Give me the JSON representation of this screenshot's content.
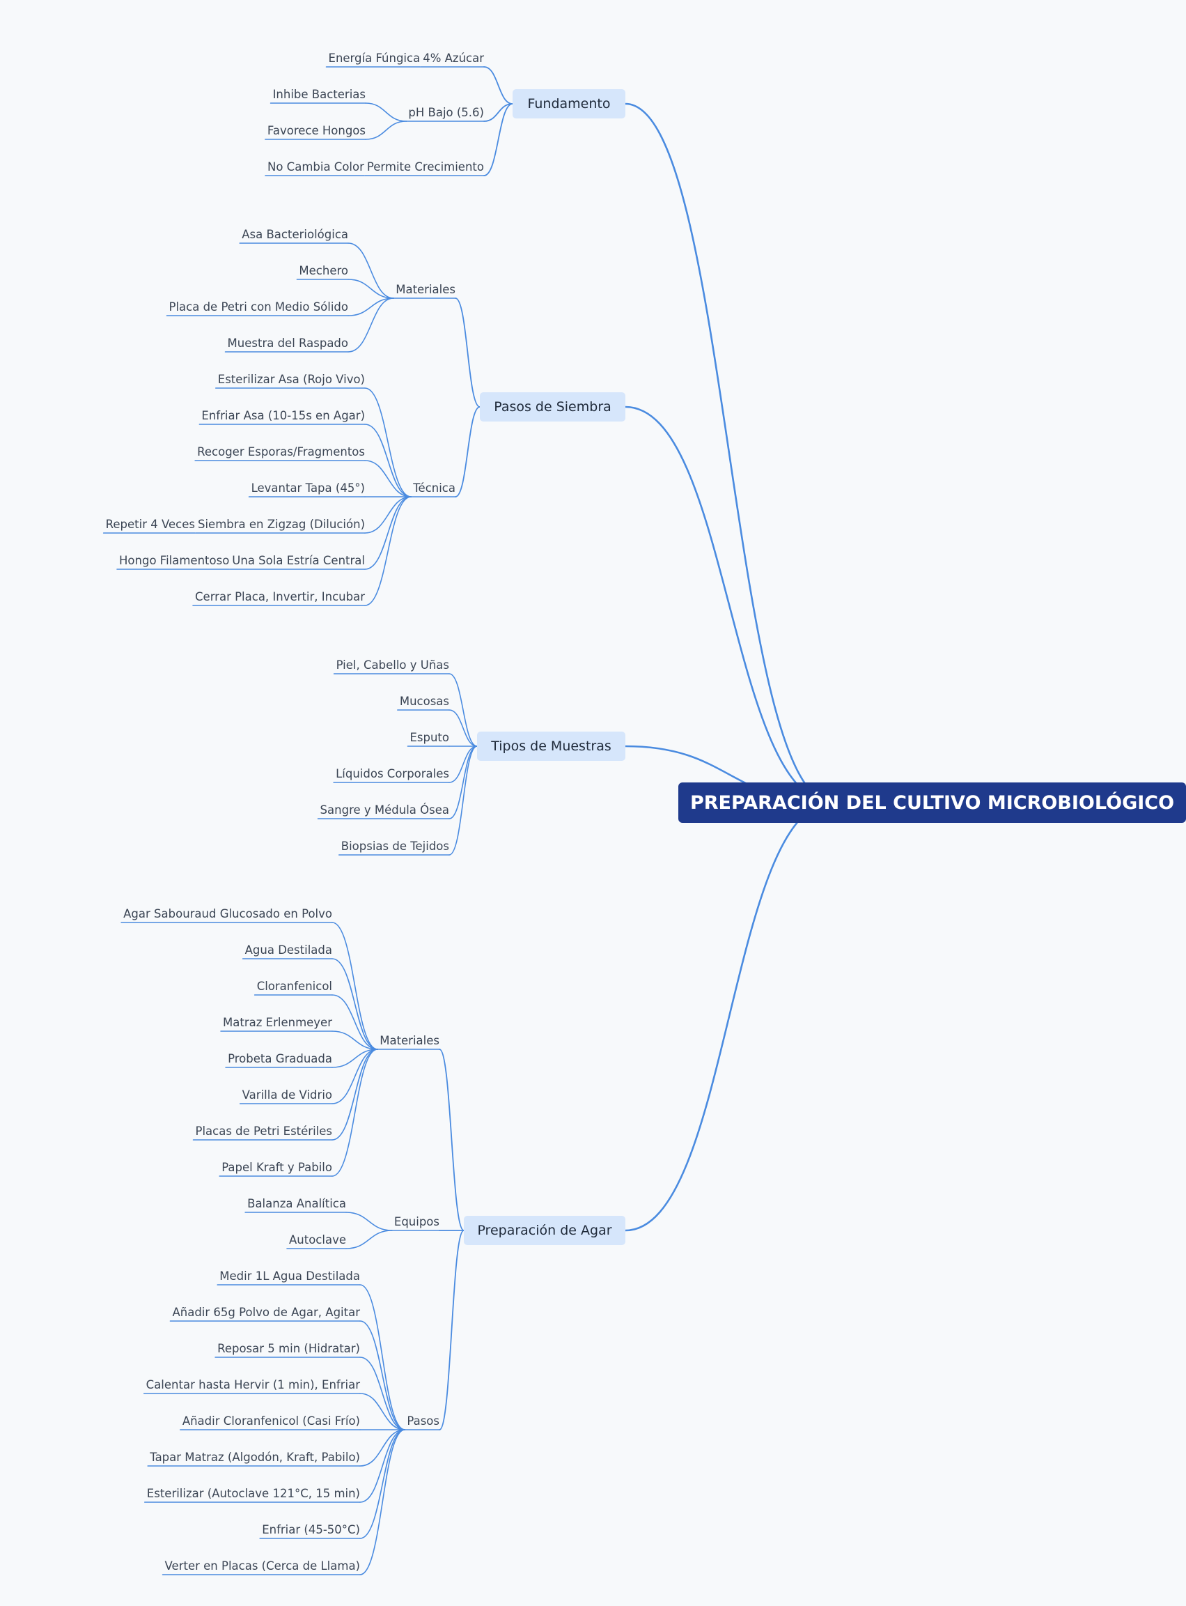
{
  "colors": {
    "background": "#f7f9fb",
    "root": "#1f3a8c",
    "branch": "#d6e6fb",
    "line": "#4a8be0",
    "text": "#3b4554"
  },
  "root": "PREPARACIÓN DEL CULTIVO MICROBIOLÓGICO",
  "branches": [
    {
      "label": "Fundamento",
      "children": [
        {
          "label": "4% Azúcar",
          "children": [
            {
              "label": "Energía Fúngica"
            }
          ]
        },
        {
          "label": "pH Bajo (5.6)",
          "children": [
            {
              "label": "Inhibe Bacterias"
            },
            {
              "label": "Favorece Hongos"
            }
          ]
        },
        {
          "label": "Permite Crecimiento",
          "children": [
            {
              "label": "No Cambia Color"
            }
          ]
        }
      ]
    },
    {
      "label": "Pasos de Siembra",
      "children": [
        {
          "label": "Materiales",
          "children": [
            {
              "label": "Asa Bacteriológica"
            },
            {
              "label": "Mechero"
            },
            {
              "label": "Placa de Petri con Medio Sólido"
            },
            {
              "label": "Muestra del Raspado"
            }
          ]
        },
        {
          "label": "Técnica",
          "children": [
            {
              "label": "Esterilizar Asa (Rojo Vivo)"
            },
            {
              "label": "Enfriar Asa (10-15s en Agar)"
            },
            {
              "label": "Recoger Esporas/Fragmentos"
            },
            {
              "label": "Levantar Tapa (45°)"
            },
            {
              "label": "Siembra en Zigzag (Dilución)",
              "children": [
                {
                  "label": "Repetir 4 Veces"
                }
              ]
            },
            {
              "label": "Una Sola Estría Central",
              "children": [
                {
                  "label": "Hongo Filamentoso"
                }
              ]
            },
            {
              "label": "Cerrar Placa, Invertir, Incubar"
            }
          ]
        }
      ]
    },
    {
      "label": "Tipos de Muestras",
      "children": [
        {
          "label": "Piel, Cabello y Uñas"
        },
        {
          "label": "Mucosas"
        },
        {
          "label": "Esputo"
        },
        {
          "label": "Líquidos Corporales"
        },
        {
          "label": "Sangre y Médula Ósea"
        },
        {
          "label": "Biopsias de Tejidos"
        }
      ]
    },
    {
      "label": "Preparación de Agar",
      "children": [
        {
          "label": "Materiales",
          "children": [
            {
              "label": "Agar Sabouraud Glucosado en Polvo"
            },
            {
              "label": "Agua Destilada"
            },
            {
              "label": "Cloranfenicol"
            },
            {
              "label": "Matraz Erlenmeyer"
            },
            {
              "label": "Probeta Graduada"
            },
            {
              "label": "Varilla de Vidrio"
            },
            {
              "label": "Placas de Petri Estériles"
            },
            {
              "label": "Papel Kraft y Pabilo"
            }
          ]
        },
        {
          "label": "Equipos",
          "children": [
            {
              "label": "Balanza Analítica"
            },
            {
              "label": "Autoclave"
            }
          ]
        },
        {
          "label": "Pasos",
          "children": [
            {
              "label": "Medir 1L Agua Destilada"
            },
            {
              "label": "Añadir 65g Polvo de Agar, Agitar"
            },
            {
              "label": "Reposar 5 min (Hidratar)"
            },
            {
              "label": "Calentar hasta Hervir (1 min), Enfriar"
            },
            {
              "label": "Añadir Cloranfenicol (Casi Frío)"
            },
            {
              "label": "Tapar Matraz (Algodón, Kraft, Pabilo)"
            },
            {
              "label": "Esterilizar (Autoclave 121°C, 15 min)"
            },
            {
              "label": "Enfriar (45-50°C)"
            },
            {
              "label": "Verter en Placas (Cerca de Llama)"
            }
          ]
        }
      ]
    }
  ]
}
